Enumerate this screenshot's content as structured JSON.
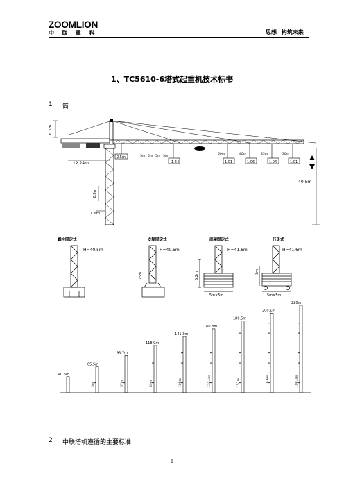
{
  "header": {
    "logo_text": "ZOOMLION",
    "logo_cn": "中联重科",
    "slogan": "思想 构筑未来"
  },
  "doc": {
    "title": "1、TC5610-6塔式起重机技术标书",
    "section1_num": "1",
    "section1_title": "简",
    "section2_num": "2",
    "section2_title": "中联塔机遵循的主要标准",
    "page_number": "1"
  },
  "crane": {
    "top_height": "6.5m",
    "counter_jib": "12.24m",
    "heights": [
      "2.8m",
      "1.6m"
    ],
    "under_hook": "40.5m",
    "jib_lengths": [
      "2.5m",
      "5m",
      "5m",
      "5m",
      "5m"
    ],
    "loads": [
      "1.64",
      "1.01",
      "1.06",
      "1.04",
      "1.01"
    ],
    "tip_labels": [
      "50m",
      "40m",
      "35m",
      "30m"
    ]
  },
  "foundations": [
    {
      "title": "螺栓固定式",
      "height": "H=40.5m",
      "dims": []
    },
    {
      "title": "支腿固定式",
      "height": "H=40.5m",
      "dims": [
        "1.25m"
      ]
    },
    {
      "title": "底架固定式",
      "height": "H=41.6m",
      "dims": [
        "6.2m",
        "5m×5m"
      ]
    },
    {
      "title": "行走式",
      "height": "H=41.6m",
      "dims": [
        "3m",
        "5m×5m"
      ]
    }
  ],
  "mast_heights": {
    "tops": [
      "40.5m",
      "65.5m",
      "93.7m",
      "118.9m",
      "141.3m",
      "160.8m",
      "180.5m",
      "200.1m",
      "220m"
    ],
    "side": [
      "",
      "3m",
      "57m",
      "83m",
      "108m",
      "132.4m",
      "151m",
      "170.6m",
      "190.3m"
    ]
  }
}
